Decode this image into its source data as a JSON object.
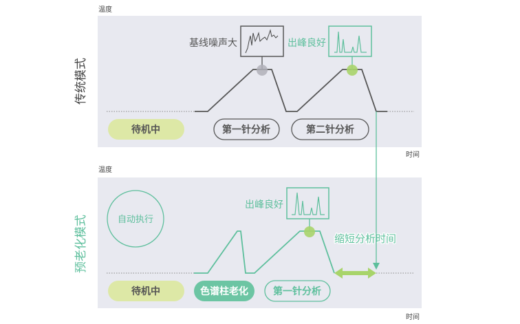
{
  "traditional": {
    "mode_label": "传统模式",
    "y_axis": "温度",
    "x_axis": "时间",
    "noise_label": "基线噪声大",
    "good_label": "出峰良好",
    "pills": [
      "待机中",
      "第一针分析",
      "第二针分析"
    ]
  },
  "preaging": {
    "mode_label": "预老化模式",
    "y_axis": "温度",
    "x_axis": "时间",
    "auto_label": "自动执行",
    "good_label": "出峰良好",
    "shorten_label": "缩短分析时间",
    "pills": [
      "待机中",
      "色谱柱老化",
      "第一针分析"
    ]
  },
  "colors": {
    "panel": "#e8e9f0",
    "teal": "#5dbf9c",
    "lime": "#dde8a6",
    "gray_line": "#555555"
  }
}
